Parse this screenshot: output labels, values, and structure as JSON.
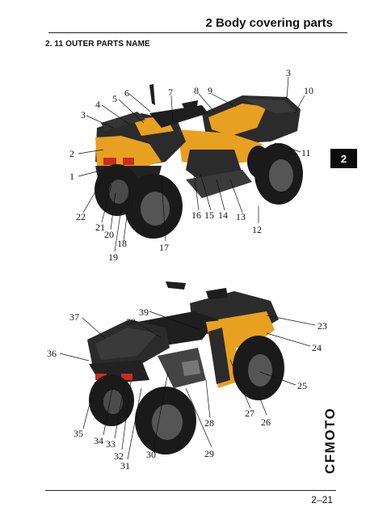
{
  "header": {
    "chapter_title": "2  Body covering parts"
  },
  "section": {
    "title": "2. 11  OUTER PARTS NAME"
  },
  "chapter_tab": "2",
  "brand": "CFMOTO",
  "footer": {
    "page_number": "2–21"
  },
  "figure_top": {
    "callouts": [
      "1",
      "2",
      "3",
      "4",
      "5",
      "6",
      "7",
      "8",
      "9",
      "3",
      "10",
      "11",
      "12",
      "13",
      "14",
      "15",
      "16",
      "17",
      "18",
      "19",
      "20",
      "21",
      "22"
    ]
  },
  "figure_bottom": {
    "callouts": [
      "23",
      "24",
      "25",
      "26",
      "27",
      "28",
      "29",
      "30",
      "31",
      "32",
      "33",
      "34",
      "35",
      "36",
      "37",
      "38",
      "39"
    ]
  },
  "colors": {
    "body_orange": "#e8a020",
    "plastic_dark": "#2b2b2b",
    "tire": "#1a1a1a"
  }
}
